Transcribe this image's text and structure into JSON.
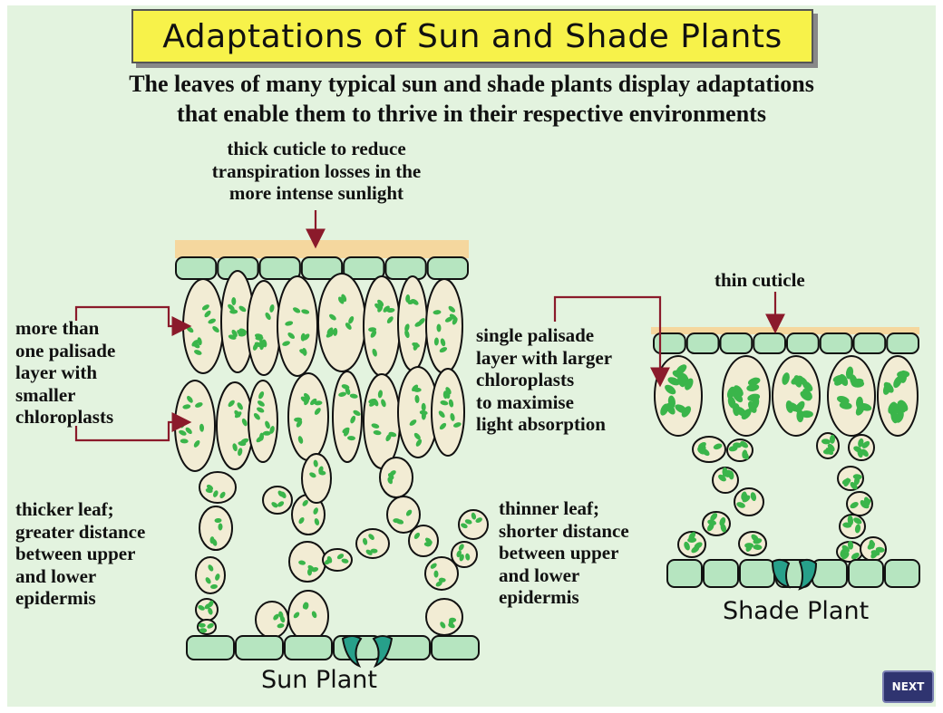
{
  "title": "Adaptations of Sun and Shade Plants",
  "subtitle": "The leaves of many typical sun and shade plants display adaptations\nthat enable them to thrive in their respective environments",
  "sun_plant": {
    "name": "Sun Plant",
    "cuticle_label": "thick cuticle to reduce\ntranspiration losses in the\nmore intense sunlight",
    "palisade_label": "more than\none palisade\nlayer with\nsmaller\nchloroplasts",
    "thickness_label": "thicker leaf;\ngreater distance\nbetween upper\nand lower\nepidermis"
  },
  "shade_plant": {
    "name": "Shade Plant",
    "cuticle_label": "thin cuticle",
    "palisade_label": "single palisade\nlayer with larger\nchloroplasts\nto maximise\nlight absorption",
    "thickness_label": "thinner leaf;\nshorter distance\nbetween upper\nand lower\nepidermis"
  },
  "nav": {
    "next_label": "NEXT"
  },
  "colors": {
    "background": "#e3f3df",
    "title_bg": "#f7f24a",
    "cuticle": "#f5d79e",
    "epidermis": "#b6e5c0",
    "cell": "#f2ecd4",
    "chloroplast": "#3ab54a",
    "guard_cell": "#27a08a",
    "arrow": "#8b1a2b",
    "next_button": "#2f3470"
  },
  "icons": [
    "arrow-icon",
    "next-arrow-button"
  ]
}
